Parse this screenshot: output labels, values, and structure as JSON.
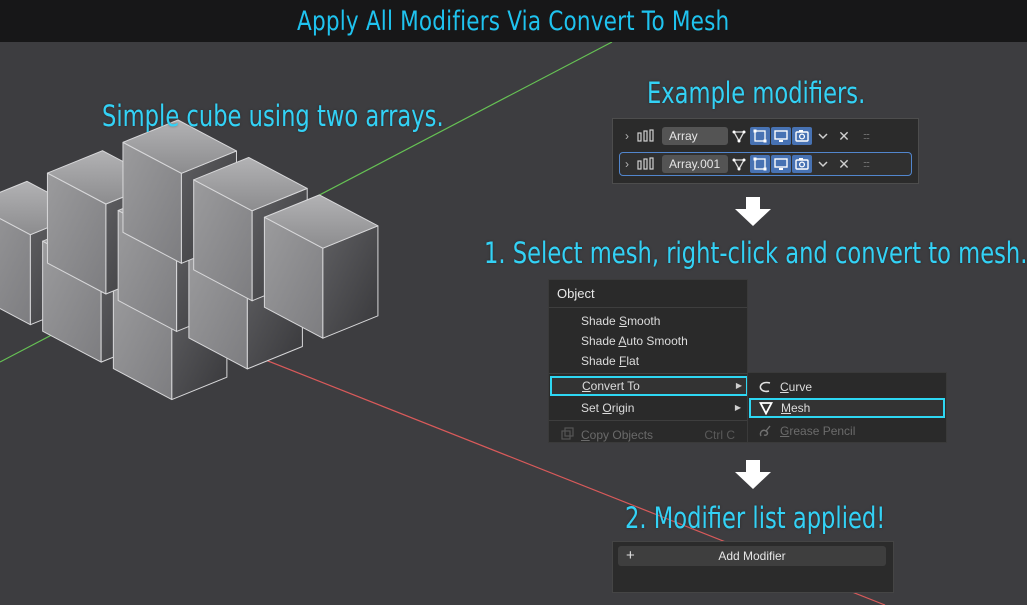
{
  "title": "Apply All Modifiers Via Convert To Mesh",
  "captions": {
    "cube": "Simple cube using two arrays.",
    "modifiers": "Example modifiers.",
    "step1": "1. Select mesh, right-click and convert to mesh.",
    "step2": "2. Modifier list applied!"
  },
  "modifier_panel": {
    "rows": [
      {
        "name": "Array",
        "active": false
      },
      {
        "name": "Array.001",
        "active": true
      }
    ],
    "icons": [
      "chevron-right-icon",
      "array-modifier-icon",
      "edit-mode-icon",
      "on-cage-icon",
      "realtime-icon",
      "render-icon",
      "chevron-down-icon",
      "close-icon",
      "drag-handle-icon"
    ]
  },
  "context_menu": {
    "title": "Object",
    "items": [
      {
        "pre": "Shade ",
        "u": "S",
        "post": "mooth"
      },
      {
        "pre": "Shade ",
        "u": "A",
        "post": "uto Smooth"
      },
      {
        "pre": "Shade ",
        "u": "F",
        "post": "lat"
      },
      {
        "pre": "",
        "u": "C",
        "post": "onvert To"
      },
      {
        "pre": "Set ",
        "u": "O",
        "post": "rigin"
      },
      {
        "pre": "",
        "u": "C",
        "post": "opy Objects",
        "shortcut": "Ctrl C"
      }
    ],
    "highlighted": "Convert To"
  },
  "submenu": {
    "items": [
      {
        "u": "C",
        "post": "urve",
        "icon": "curve-icon"
      },
      {
        "u": "M",
        "post": "esh",
        "icon": "mesh-icon"
      },
      {
        "u": "G",
        "post": "rease Pencil",
        "icon": "grease-pencil-icon"
      }
    ]
  },
  "add_modifier": {
    "label": "Add Modifier",
    "plus": "+"
  },
  "colors": {
    "accent_text": "#33d2f6",
    "highlight_outline": "#2ed7f3",
    "toggle_active": "#4772b3",
    "viewport_bg": "#3d3d40",
    "x_axis": "#d95a5a",
    "y_axis": "#66c254"
  }
}
